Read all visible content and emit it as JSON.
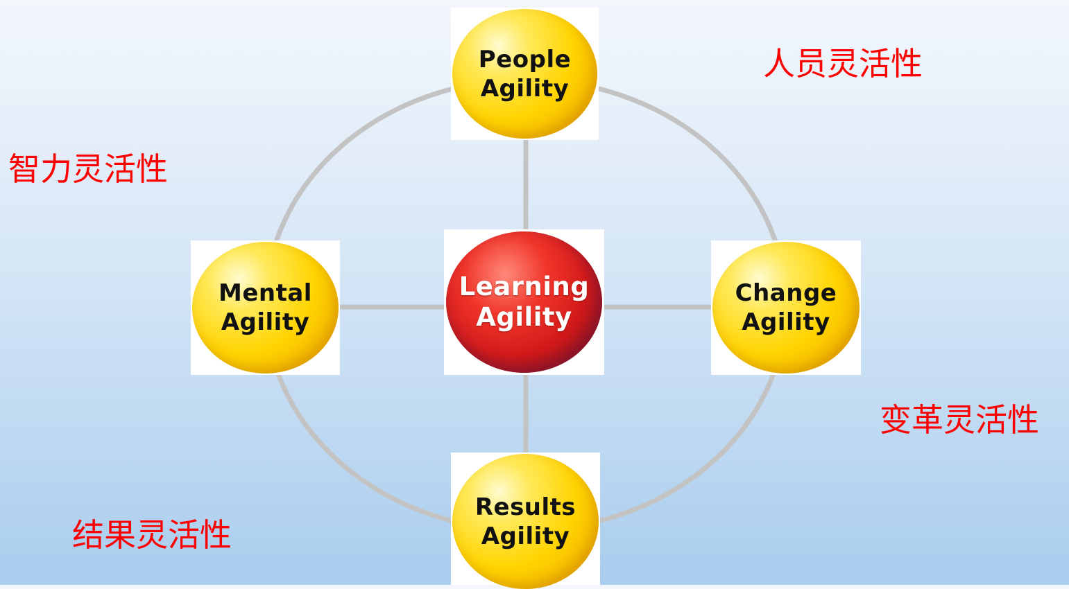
{
  "colors": {
    "connector": "#c3c3c3",
    "chinese_label": "#ff0000",
    "node_text": "#111111",
    "center_text": "#ffffff"
  },
  "center": {
    "label": "Learning\nAgility",
    "style": "red-sphere"
  },
  "nodes": {
    "top": {
      "label": "People\nAgility",
      "style": "yellow-sphere"
    },
    "left": {
      "label": "Mental\nAgility",
      "style": "yellow-sphere"
    },
    "right": {
      "label": "Change\nAgility",
      "style": "yellow-sphere"
    },
    "bottom": {
      "label": "Results\nAgility",
      "style": "yellow-sphere"
    }
  },
  "chinese_labels": {
    "people": "人员灵活性",
    "mental": "智力灵活性",
    "change": "变革灵活性",
    "results": "结果灵活性"
  }
}
